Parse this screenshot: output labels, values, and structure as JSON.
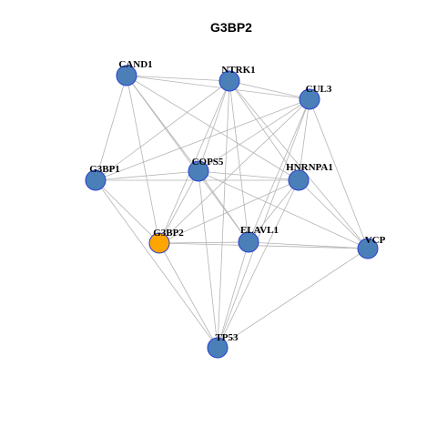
{
  "title": "G3BP2",
  "colors": {
    "node_default": "#4b7fb8",
    "node_focus": "#ffa500",
    "node_border": "#2a3fd0",
    "edge": "#b4b4b4"
  },
  "network": {
    "nodes": [
      {
        "id": "CAND1",
        "label": "CAND1",
        "focus": false
      },
      {
        "id": "NTRK1",
        "label": "NTRK1",
        "focus": false
      },
      {
        "id": "CUL3",
        "label": "CUL3",
        "focus": false
      },
      {
        "id": "G3BP1",
        "label": "G3BP1",
        "focus": false
      },
      {
        "id": "COPS5",
        "label": "COPS5",
        "focus": false
      },
      {
        "id": "HNRNPA1",
        "label": "HNRNPA1",
        "focus": false
      },
      {
        "id": "G3BP2",
        "label": "G3BP2",
        "focus": true
      },
      {
        "id": "ELAVL1",
        "label": "ELAVL1",
        "focus": false
      },
      {
        "id": "VCP",
        "label": "VCP",
        "focus": false
      },
      {
        "id": "TP53",
        "label": "TP53",
        "focus": false
      }
    ],
    "edges": [
      [
        "CAND1",
        "NTRK1"
      ],
      [
        "CAND1",
        "CUL3"
      ],
      [
        "CAND1",
        "G3BP1"
      ],
      [
        "CAND1",
        "COPS5"
      ],
      [
        "CAND1",
        "G3BP2"
      ],
      [
        "CAND1",
        "ELAVL1"
      ],
      [
        "CAND1",
        "HNRNPA1"
      ],
      [
        "NTRK1",
        "CUL3"
      ],
      [
        "NTRK1",
        "G3BP1"
      ],
      [
        "NTRK1",
        "COPS5"
      ],
      [
        "NTRK1",
        "HNRNPA1"
      ],
      [
        "NTRK1",
        "G3BP2"
      ],
      [
        "NTRK1",
        "ELAVL1"
      ],
      [
        "NTRK1",
        "VCP"
      ],
      [
        "NTRK1",
        "TP53"
      ],
      [
        "CUL3",
        "G3BP1"
      ],
      [
        "CUL3",
        "COPS5"
      ],
      [
        "CUL3",
        "HNRNPA1"
      ],
      [
        "CUL3",
        "G3BP2"
      ],
      [
        "CUL3",
        "ELAVL1"
      ],
      [
        "CUL3",
        "VCP"
      ],
      [
        "CUL3",
        "TP53"
      ],
      [
        "G3BP1",
        "COPS5"
      ],
      [
        "G3BP1",
        "HNRNPA1"
      ],
      [
        "G3BP1",
        "G3BP2"
      ],
      [
        "G3BP1",
        "TP53"
      ],
      [
        "COPS5",
        "HNRNPA1"
      ],
      [
        "COPS5",
        "G3BP2"
      ],
      [
        "COPS5",
        "ELAVL1"
      ],
      [
        "COPS5",
        "VCP"
      ],
      [
        "COPS5",
        "TP53"
      ],
      [
        "HNRNPA1",
        "G3BP2"
      ],
      [
        "HNRNPA1",
        "ELAVL1"
      ],
      [
        "HNRNPA1",
        "VCP"
      ],
      [
        "HNRNPA1",
        "TP53"
      ],
      [
        "G3BP2",
        "ELAVL1"
      ],
      [
        "G3BP2",
        "VCP"
      ],
      [
        "G3BP2",
        "TP53"
      ],
      [
        "ELAVL1",
        "VCP"
      ],
      [
        "ELAVL1",
        "TP53"
      ],
      [
        "VCP",
        "TP53"
      ]
    ]
  }
}
